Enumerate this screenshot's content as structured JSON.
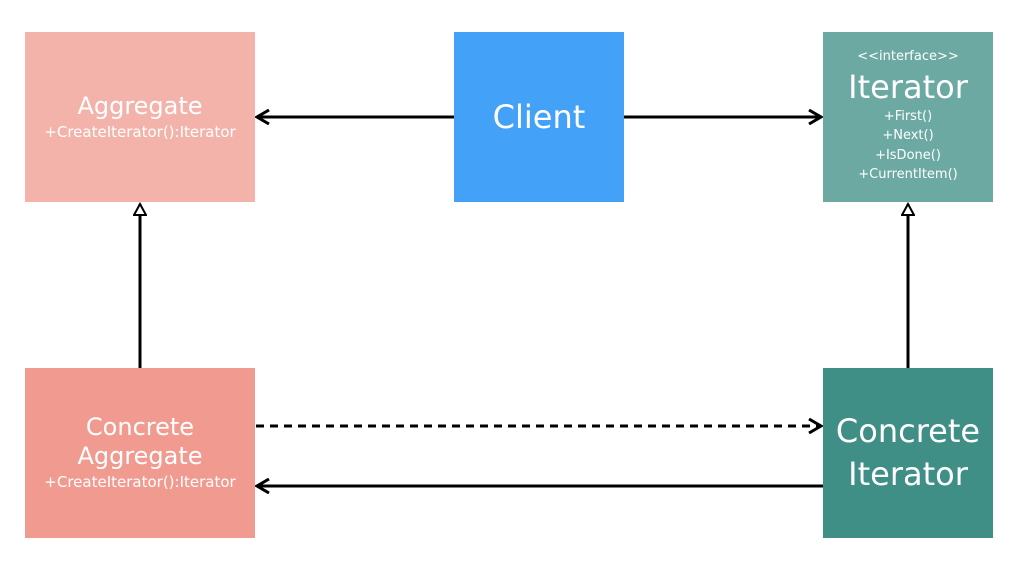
{
  "colors": {
    "aggregate": "#f4b3aa",
    "client": "#43a2f7",
    "iterator": "#6ba9a2",
    "concrete_aggregate": "#f19b90",
    "concrete_iterator": "#3f8f86",
    "arrow": "#000000"
  },
  "aggregate": {
    "title": "Aggregate",
    "method": "+CreateIterator():Iterator"
  },
  "client": {
    "title": "Client"
  },
  "iterator": {
    "stereotype": "<<interface>>",
    "title": "Iterator",
    "methods": [
      "+First()",
      "+Next()",
      "+IsDone()",
      "+CurrentItem()"
    ]
  },
  "concrete_aggregate": {
    "title_line1": "Concrete",
    "title_line2": "Aggregate",
    "method": "+CreateIterator():Iterator"
  },
  "concrete_iterator": {
    "title_line1": "Concrete",
    "title_line2": "Iterator"
  },
  "connectors": [
    {
      "from": "client",
      "to": "aggregate",
      "style": "solid",
      "head": "open"
    },
    {
      "from": "client",
      "to": "iterator",
      "style": "solid",
      "head": "open"
    },
    {
      "from": "concrete_aggregate",
      "to": "aggregate",
      "style": "solid",
      "head": "hollow-triangle"
    },
    {
      "from": "concrete_iterator",
      "to": "iterator",
      "style": "solid",
      "head": "hollow-triangle"
    },
    {
      "from": "concrete_aggregate",
      "to": "concrete_iterator",
      "style": "dashed",
      "head": "open"
    },
    {
      "from": "concrete_iterator",
      "to": "concrete_aggregate",
      "style": "solid",
      "head": "open"
    }
  ]
}
